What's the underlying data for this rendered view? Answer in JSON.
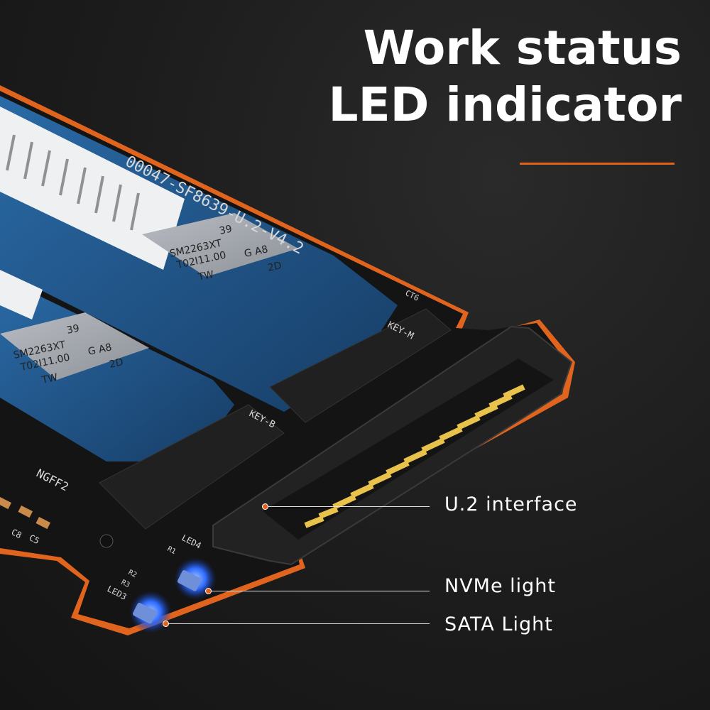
{
  "headline": {
    "line1": "Work status",
    "line2": "LED indicator"
  },
  "callouts": [
    {
      "label": "U.2 interface"
    },
    {
      "label": "NVMe light"
    },
    {
      "label": "SATA Light"
    }
  ],
  "board_markings": {
    "model": "00047-SF8639-U.2-V4.2",
    "key_m": "KEY-M",
    "key_b": "KEY-B",
    "ngff2": "NGFF2",
    "led3": "LED3",
    "led4": "LED4",
    "ct": "CT6",
    "c5": "C5",
    "c8": "C8",
    "r1": "R1",
    "r2": "R2",
    "r3": "R3",
    "chip_top": "SM2263XT",
    "chip_top_sub": "T02I11.00",
    "chip_top_tw": "TW",
    "chip_bottom": "SM2263XT",
    "chip_bottom_sub": "T02I11.00",
    "chip_bottom_tw": "TW",
    "chip_39a": "39",
    "chip_39b": "39",
    "chip_2da": "2D",
    "chip_2db": "2D",
    "chip_ga": "G A8",
    "chip_gb": "G A8"
  },
  "colors": {
    "accent": "#e2621b",
    "pcb": "#151515",
    "ssd_board": "#1f4f80",
    "connector_pins": "#e8c24a",
    "led": "#3a7cff"
  }
}
